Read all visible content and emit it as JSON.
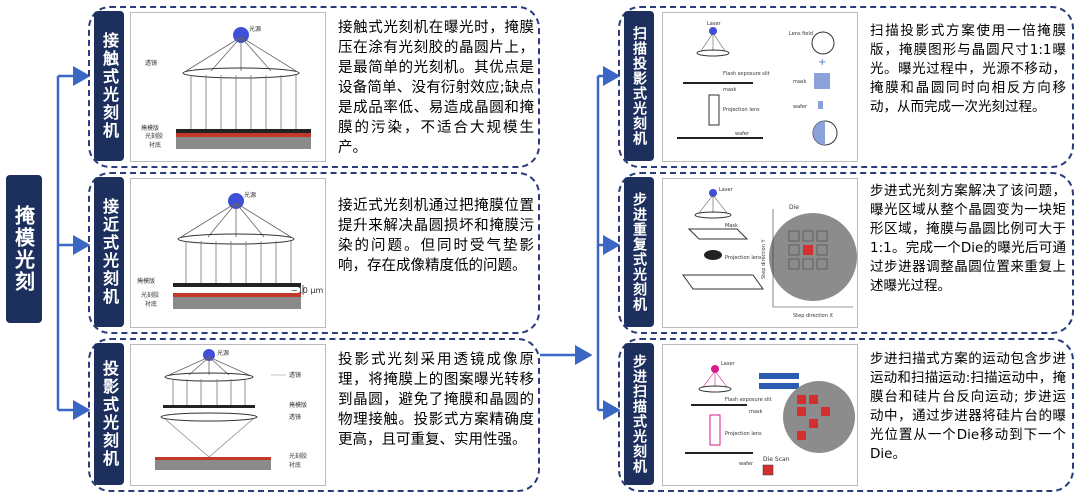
{
  "root": {
    "label": "掩模光刻"
  },
  "left_branches": [
    {
      "label": "接触式光刻机",
      "description": "接触式光刻机在曝光时，掩膜压在涂有光刻胶的晶圆片上，是最简单的光刻机。其优点是设备简单、没有衍射效应;缺点是成品率低、易造成晶圆和掩膜的污染，不适合大规模生产。",
      "figure_labels": [
        "光源",
        "透镜",
        "掩模版",
        "光刻胶",
        "衬底"
      ]
    },
    {
      "label": "接近式光刻机",
      "description": "接近式光刻机通过把掩膜位置提升来解决晶圆损坏和掩膜污染的问题。但同时受气垫影响，存在成像精度低的问题。",
      "figure_labels": [
        "光源",
        "掩模版",
        "光刻胶",
        "衬底",
        "~10 μm"
      ]
    },
    {
      "label": "投影式光刻机",
      "description": "投影式光刻采用透镜成像原理，将掩膜上的图案曝光转移到晶圆，避免了掩膜和晶圆的物理接触。投影式方案精确度更高，且可重复、实用性强。",
      "figure_labels": [
        "光源",
        "透镜",
        "掩模版",
        "透镜",
        "光刻胶",
        "衬底"
      ]
    }
  ],
  "right_branches": [
    {
      "label": "扫描投影式光刻机",
      "description": "扫描投影式方案使用一倍掩膜版，掩膜图形与晶圆尺寸1:1曝光。曝光过程中，光源不移动，掩膜和晶圆同时向相反方向移动，从而完成一次光刻过程。",
      "figure_labels": [
        "Laser",
        "Flash exposure slit",
        "mask",
        "Projection lens",
        "wafer",
        "Lens field",
        "mask",
        "wafer"
      ]
    },
    {
      "label": "步进重复式光刻机",
      "description": "步进式光刻方案解决了该问题，曝光区域从整个晶圆变为一块矩形区域，掩膜与晶圆比例可大于1:1。完成一个Die的曝光后可通过步进器调整晶圆位置来重复上述曝光过程。",
      "figure_labels": [
        "Laser",
        "Mask",
        "Die",
        "Projection lens",
        "Step direction X",
        "Step direction Y"
      ]
    },
    {
      "label": "步进扫描式光刻机",
      "description": "步进扫描式方案的运动包含步进运动和扫描运动:扫描运动中，掩膜台和硅片台反向运动; 步进运动中，通过步进器将硅片台的曝光位置从一个Die移动到下一个Die。",
      "figure_labels": [
        "Laser",
        "Flash exposure slit",
        "Projection lens",
        "Die Scan",
        "wafer",
        "mask"
      ]
    }
  ],
  "colors": {
    "navy": "#1d2f5c",
    "connector": "#3a66c4",
    "frame": "#2a3d7a"
  }
}
